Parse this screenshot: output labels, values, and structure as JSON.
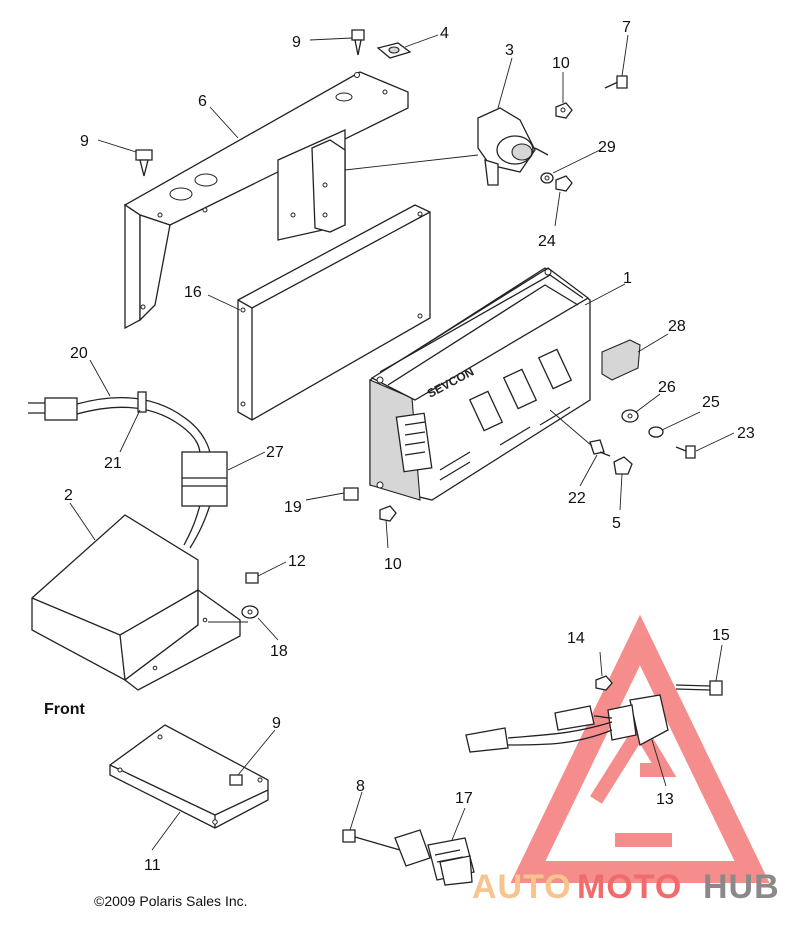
{
  "diagram": {
    "front_label": "Front",
    "copyright": "©2009 Polaris Sales Inc.",
    "controller_brand": "SEVCON",
    "callouts": {
      "c1": "1",
      "c2": "2",
      "c3": "3",
      "c4": "4",
      "c5": "5",
      "c6": "6",
      "c7": "7",
      "c8": "8",
      "c9a": "9",
      "c9b": "9",
      "c9c": "9",
      "c10a": "10",
      "c10b": "10",
      "c11": "11",
      "c12": "12",
      "c13": "13",
      "c14": "14",
      "c15": "15",
      "c16": "16",
      "c17": "17",
      "c18": "18",
      "c19": "19",
      "c20": "20",
      "c21": "21",
      "c22": "22",
      "c23": "23",
      "c24": "24",
      "c25": "25",
      "c26": "26",
      "c27": "27",
      "c28": "28",
      "c29": "29"
    }
  },
  "watermark": {
    "part1": "AUTO",
    "part2": "MOTO",
    "part3": "HUB",
    "colors": {
      "auto": "#f6c48c",
      "moto": "#f06c6c",
      "hub": "#8a8a8a",
      "triangle": "#f47a7a"
    }
  }
}
